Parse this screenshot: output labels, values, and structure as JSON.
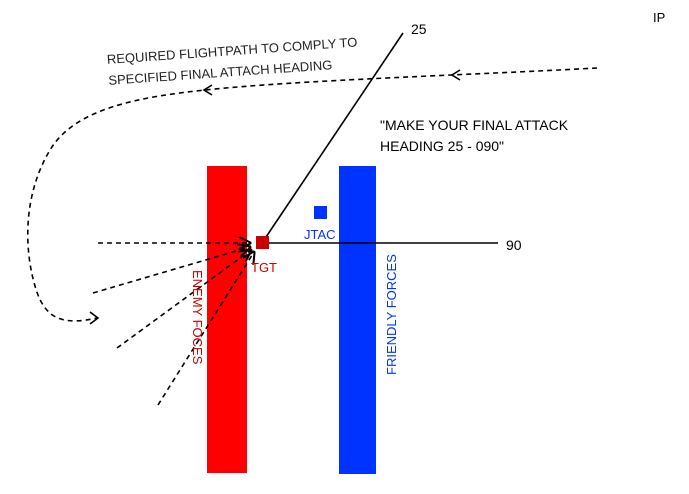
{
  "labels": {
    "ip": "IP",
    "heading_25": "25",
    "heading_90": "90",
    "flightpath_note_line1": "REQUIRED FLIGHTPATH TO COMPLY TO",
    "flightpath_note_line2": "SPECIFIED FINAL ATTACH HEADING",
    "instruction_line1": "\"MAKE YOUR FINAL ATTACK",
    "instruction_line2": "HEADING 25 - 090\"",
    "jtac": "JTAC",
    "tgt": "TGT",
    "enemy_forces": "ENEMY FOCES",
    "friendly_forces": "FRIENDLY FORCES"
  },
  "colors": {
    "enemy": "#ff0000",
    "friendly": "#0033ff",
    "target": "#cc0000",
    "text_dark": "#222222",
    "line": "#000000"
  }
}
